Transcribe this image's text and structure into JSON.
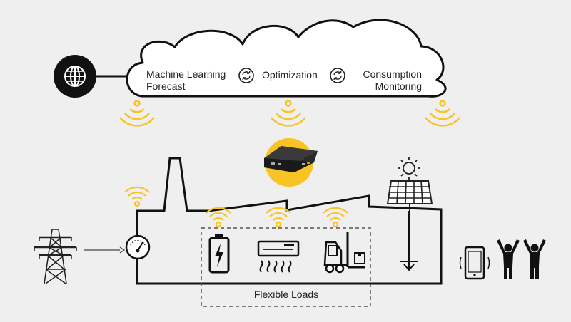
{
  "cloud": {
    "ml_line1": "Machine Learning",
    "ml_line2": "Forecast",
    "optimization": "Optimization",
    "consumption_line1": "Consumption",
    "consumption_line2": "Monitoring"
  },
  "flexible_loads_label": "Flexible Loads",
  "colors": {
    "background": "#efefef",
    "accent_yellow": "#f7c325",
    "line": "#111111"
  },
  "icons": [
    "globe-icon",
    "sync-icon",
    "wifi-signal-icon",
    "edge-device-icon",
    "power-pylon-icon",
    "meter-gauge-icon",
    "battery-charging-icon",
    "air-conditioner-icon",
    "forklift-icon",
    "sun-icon",
    "solar-panel-icon",
    "ground-arrow-icon",
    "smartphone-icon",
    "person-icon"
  ]
}
